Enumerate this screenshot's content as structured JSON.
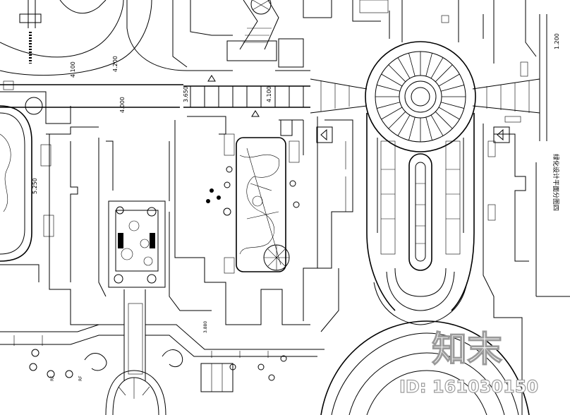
{
  "drawing": {
    "dimensions": [
      "4.100",
      "4.200",
      "4.000",
      "3.650",
      "4.100",
      "1.200",
      "5.250"
    ],
    "plan_title": "绿化设计平面分图四",
    "small_labels": [
      "3.880",
      "RF",
      "RF"
    ]
  },
  "watermark": {
    "logo_text": "知末",
    "id_text": "ID: 161030150"
  },
  "colors": {
    "line": "#000000",
    "background": "#ffffff",
    "watermark": "#9a9a9a"
  }
}
